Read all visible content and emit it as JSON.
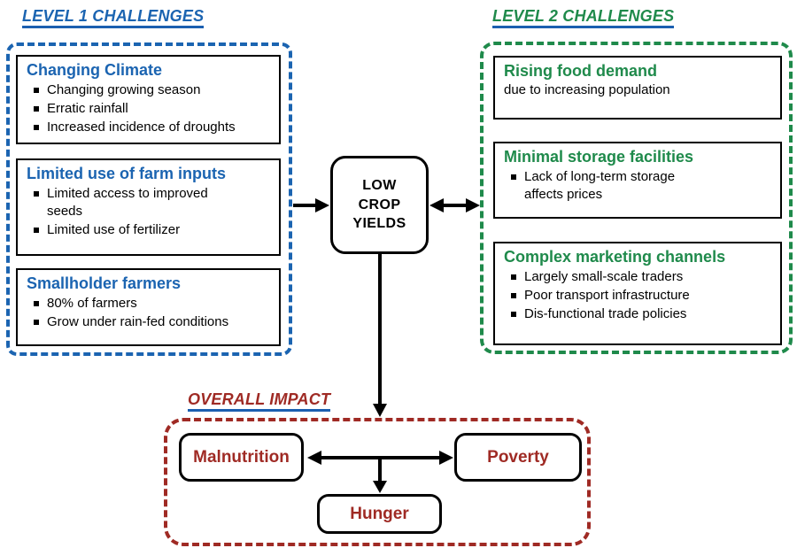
{
  "colors": {
    "level1_blue": "#1b64b1",
    "level2_green": "#1f8a4b",
    "impact_red": "#9f2a24",
    "header_underline_blue": "#1b5fb0",
    "arrow_black": "#000000"
  },
  "level1": {
    "header": "LEVEL 1 CHALLENGES",
    "boxes": [
      {
        "title": "Changing Climate",
        "bullets": [
          "Changing growing season",
          "Erratic rainfall",
          "Increased incidence of droughts"
        ]
      },
      {
        "title": "Limited use of farm inputs",
        "bullets": [
          "Limited access to improved seeds",
          "Limited use of fertilizer"
        ]
      },
      {
        "title": "Smallholder farmers",
        "bullets": [
          "80% of farmers",
          "Grow under rain-fed conditions"
        ]
      }
    ]
  },
  "level2": {
    "header": "LEVEL 2 CHALLENGES",
    "boxes": [
      {
        "title": "Rising food demand",
        "note": "due to increasing population"
      },
      {
        "title": "Minimal storage facilities",
        "bullets": [
          "Lack of long-term storage affects prices"
        ]
      },
      {
        "title": "Complex marketing channels",
        "bullets": [
          "Largely small-scale traders",
          "Poor transport infrastructure",
          "Dis-functional trade policies"
        ]
      }
    ]
  },
  "center": {
    "lines": [
      "LOW",
      "CROP",
      "YIELDS"
    ]
  },
  "impact": {
    "header": "OVERALL IMPACT",
    "nodes": {
      "left": "Malnutrition",
      "right": "Poverty",
      "bottom": "Hunger"
    }
  }
}
